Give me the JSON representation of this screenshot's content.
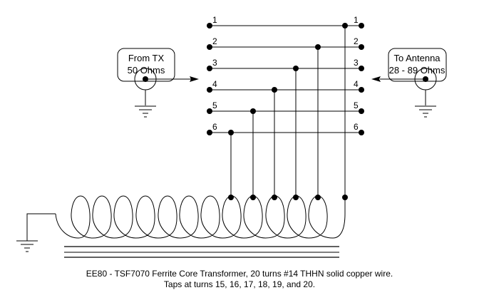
{
  "source_box": {
    "line1": "From TX",
    "line2": "50 Ohms"
  },
  "load_box": {
    "line1": "To Antenna",
    "line2": "28 - 89 Ohms"
  },
  "tap_rows": [
    {
      "left_label": "1",
      "right_label": "1"
    },
    {
      "left_label": "2",
      "right_label": "2"
    },
    {
      "left_label": "3",
      "right_label": "3"
    },
    {
      "left_label": "4",
      "right_label": "4"
    },
    {
      "left_label": "5",
      "right_label": "5"
    },
    {
      "left_label": "6",
      "right_label": "6"
    }
  ],
  "coil": {
    "visible_loops": 12,
    "core_lines": 3
  },
  "caption": {
    "line1": "EE80 - TSF7070 Ferrite Core Transformer, 20 turns #14 THHN solid copper wire.",
    "line2": "Taps at turns 15, 16, 17, 18, 19, and 20."
  },
  "colors": {
    "ink": "#000000",
    "background": "#ffffff"
  }
}
